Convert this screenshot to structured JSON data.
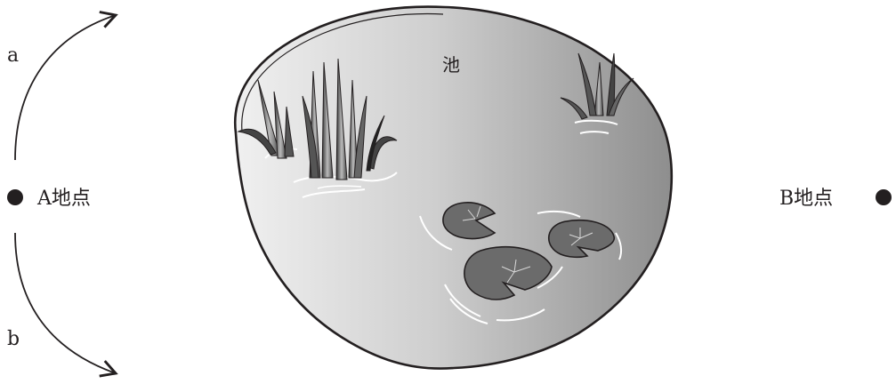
{
  "labels": {
    "route_a": "a",
    "route_b": "b",
    "point_a": "A地点",
    "point_b": "B地点",
    "pond": "池"
  },
  "colors": {
    "ink": "#231f20",
    "pond_light": "#e6e6e6",
    "pond_dark": "#8c8c8c",
    "lily_pad": "#6b6b6b"
  }
}
